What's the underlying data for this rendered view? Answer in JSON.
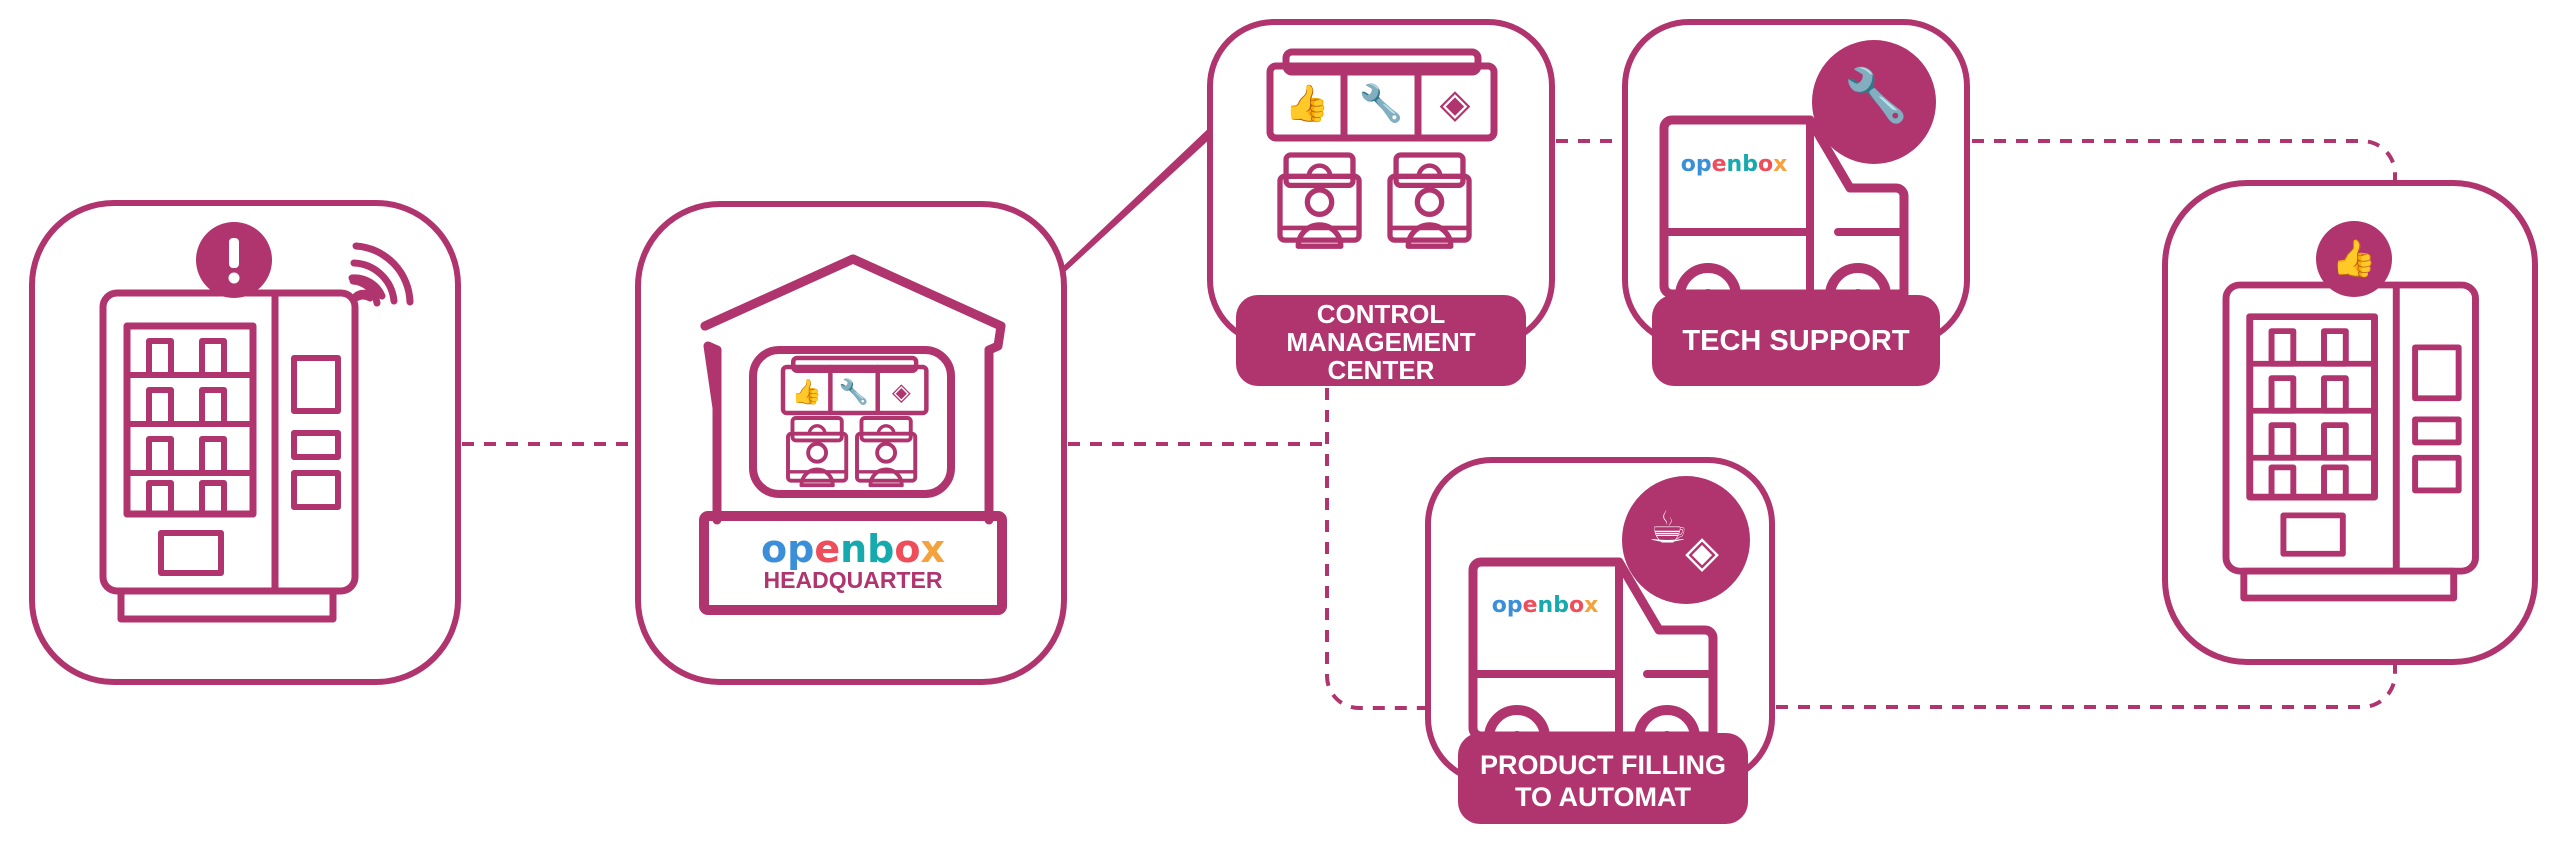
{
  "diagram": {
    "title": "Openbox vending automat service flow",
    "colors": {
      "primary": "#b0346e",
      "background": "#ffffff",
      "logo_blue": "#3b8fd9",
      "logo_red": "#ef4d5a",
      "logo_teal": "#16a9ae",
      "logo_orange": "#f6a23c",
      "logo_purple": "#b0346e"
    },
    "logo": {
      "text": "openbox",
      "letters": [
        "o",
        "p",
        "e",
        "n",
        "b",
        "o",
        "x"
      ]
    },
    "nodes": {
      "automat_alert": {
        "label": "",
        "status_icon": "exclamation-icon",
        "status_glyph": "!",
        "signal_icon": "wifi-signal-icon"
      },
      "headquarter": {
        "label": "HEADQUARTER",
        "logo": "openbox",
        "panel_icons": [
          "thumbs-up-icon",
          "wrench-icon",
          "snack-pack-icon"
        ]
      },
      "control_center": {
        "label_lines": [
          "CONTROL",
          "MANAGEMENT",
          "CENTER"
        ],
        "panel_icons": [
          "thumbs-up-icon",
          "wrench-icon",
          "snack-pack-icon"
        ]
      },
      "tech_support": {
        "label": "TECH SUPPORT",
        "van_logo": "openbox",
        "bubble_icon": "wrench-icon"
      },
      "product_filling": {
        "label_lines": [
          "PRODUCT FILLING",
          "TO AUTOMAT"
        ],
        "van_logo": "openbox",
        "bubble_icons": [
          "coffee-cup-icon",
          "snack-pack-icon"
        ]
      },
      "automat_ok": {
        "label": "",
        "status_icon": "thumbs-up-icon"
      }
    },
    "connections": [
      {
        "from": "automat_alert",
        "to": "headquarter",
        "style": "dashed"
      },
      {
        "from": "headquarter",
        "to": "control_center",
        "style": "solid"
      },
      {
        "from": "headquarter",
        "to": "control_center",
        "style": "dashed"
      },
      {
        "from": "control_center",
        "to": "tech_support",
        "style": "dashed"
      },
      {
        "from": "control_center",
        "to": "product_filling",
        "style": "dashed"
      },
      {
        "from": "tech_support",
        "to": "automat_ok",
        "style": "dashed"
      },
      {
        "from": "product_filling",
        "to": "automat_ok",
        "style": "dashed"
      }
    ]
  }
}
